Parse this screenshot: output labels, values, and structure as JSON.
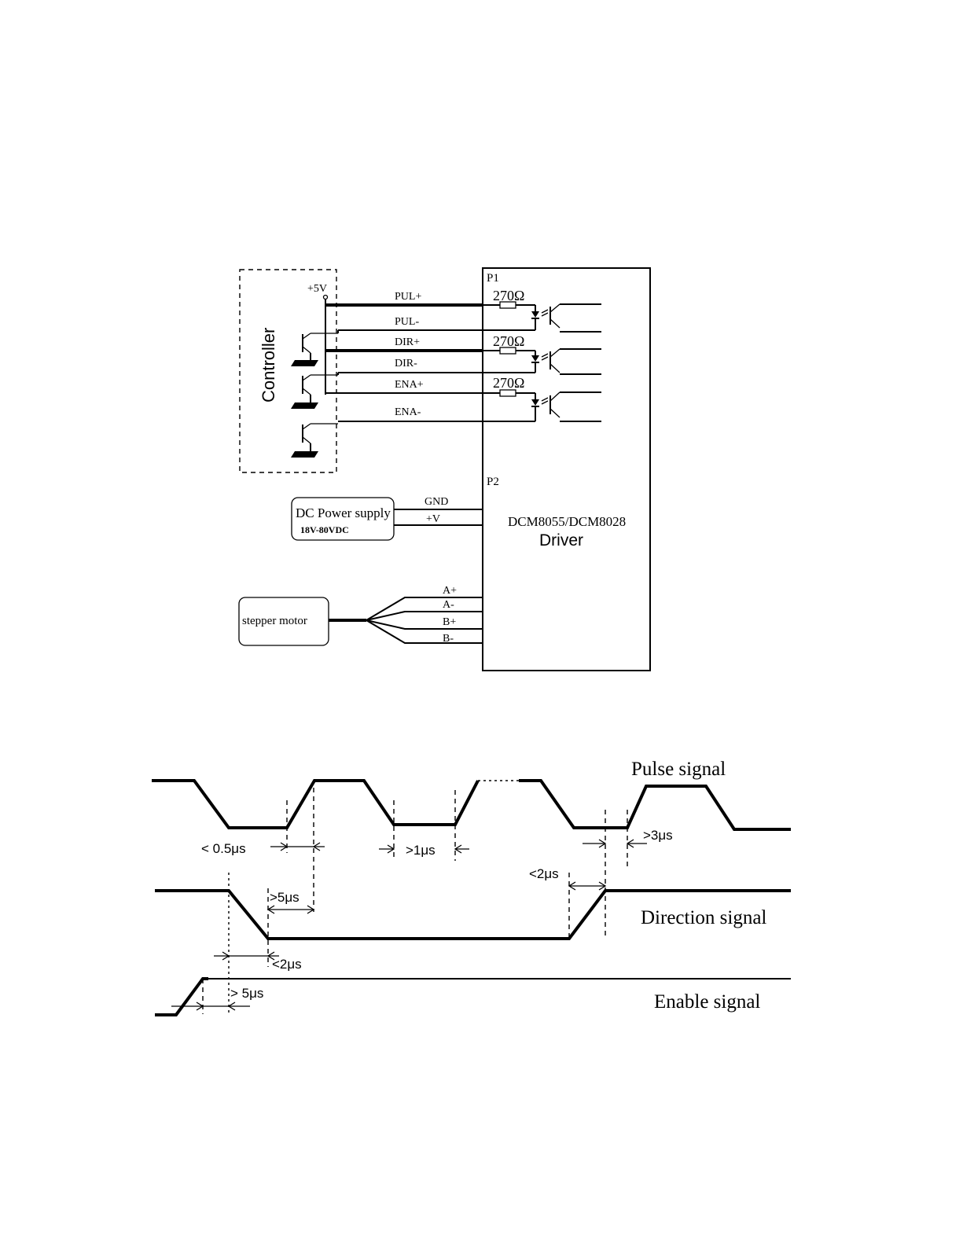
{
  "wiring": {
    "controller_label": "Controller",
    "vcc_label": "+5V",
    "wires": {
      "pul_plus": "PUL+",
      "pul_minus": "PUL-",
      "dir_plus": "DIR+",
      "dir_minus": "DIR-",
      "ena_plus": "ENA+",
      "ena_minus": "ENA-"
    },
    "resistor_label": "270Ω",
    "p1_label": "P1",
    "p2_label": "P2",
    "power": {
      "title": "DC Power supply",
      "range": "18V-80VDC",
      "gnd": "GND",
      "vplus": "+V"
    },
    "driver": {
      "model": "DCM8055/DCM8028",
      "name": "Driver"
    },
    "motor": {
      "label": "stepper motor",
      "a_plus": "A+",
      "a_minus": "A-",
      "b_plus": "B+",
      "b_minus": "B-"
    }
  },
  "timing": {
    "pulse_label": "Pulse signal",
    "direction_label": "Direction signal",
    "enable_label": "Enable signal",
    "t_rise": "< 0.5μs",
    "t_low": ">1μs",
    "t_dir_setup_right": ">3μs",
    "t_dir_lt2": "<2μs",
    "t_dir_gt5": ">5μs",
    "t_en_lt2": "<2μs",
    "t_en_gt5": "> 5μs"
  }
}
